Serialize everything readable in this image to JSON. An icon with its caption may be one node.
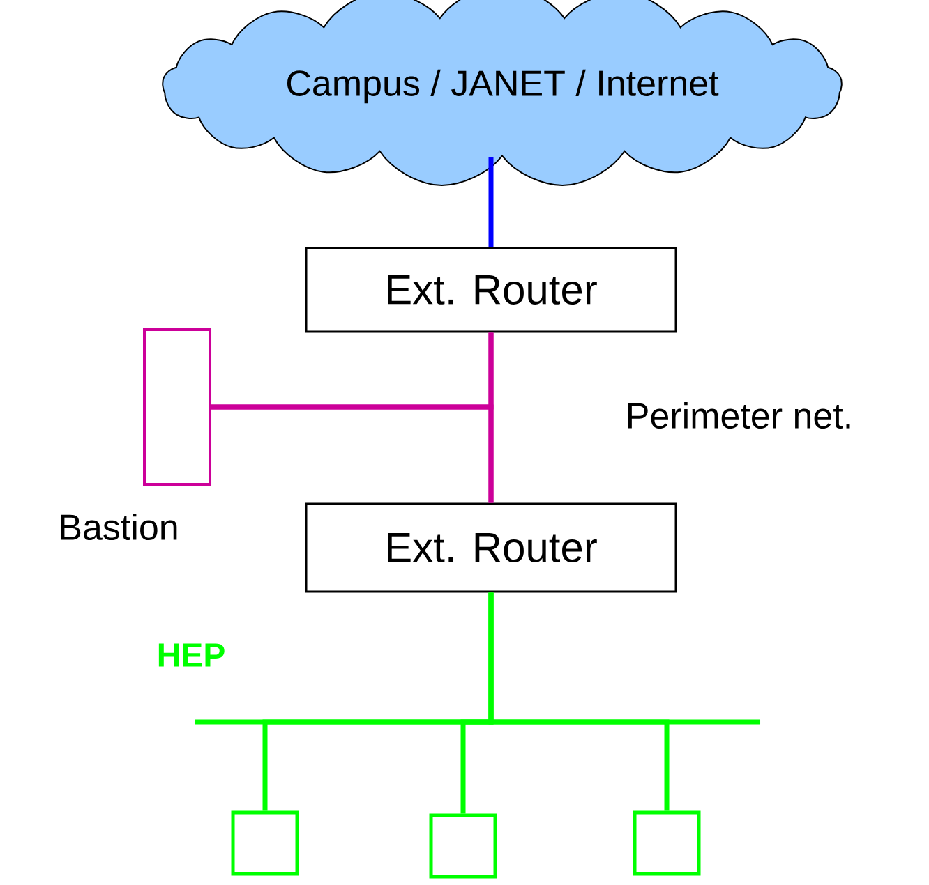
{
  "diagram": {
    "nodes": [
      {
        "text": [
          "Campus / JANET / Internet"
        ]
      },
      {
        "text": [
          "Ext. Router"
        ]
      },
      {
        "text": [
          "Ext. Router"
        ]
      },
      {
        "text": [],
        "shape": "box",
        "beside": [
          "Bastion"
        ]
      },
      {
        "text": [],
        "shape": "box"
      },
      {
        "text": [],
        "shape": "box"
      },
      {
        "text": [],
        "shape": "box"
      }
    ],
    "edges": [
      {
        "from": 0,
        "to": 1,
        "arrow": "none",
        "color": "#0000ff"
      },
      {
        "from": 1,
        "to": 2,
        "arrow": "none",
        "color": "#cc0099"
      },
      {
        "from": 3,
        "to": 1,
        "arrow": "none",
        "color": "#cc0099"
      },
      {
        "from": 3,
        "to": 2,
        "arrow": "none",
        "color": "#cc0099"
      },
      {
        "from": 2,
        "to": 4,
        "arrow": "none",
        "color": "#00ff00"
      },
      {
        "from": 2,
        "to": 5,
        "arrow": "none",
        "color": "#00ff00"
      },
      {
        "from": 2,
        "to": 6,
        "arrow": "none",
        "color": "#00ff00"
      }
    ],
    "labels": [
      "Perimeter net.",
      "HEP"
    ]
  }
}
